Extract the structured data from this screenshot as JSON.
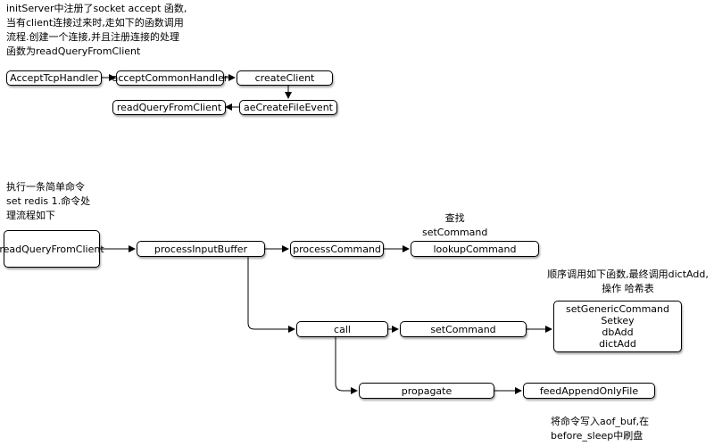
{
  "notes": {
    "accept_flow": [
      "initServer中注册了socket  accept 函数,",
      "当有client连接过来时,走如下的函数调用",
      "流程.创建一个连接,并且注册连接的处理",
      "函数为readQueryFromClient"
    ],
    "set_command": [
      "执行一条简单命令",
      "set redis 1.命令处",
      "理流程如下"
    ],
    "lookup": [
      "查找",
      "setCommand"
    ],
    "dict": [
      "顺序调用如下函数,最终调用dictAdd,",
      "操作 哈希表"
    ],
    "aof": [
      "将命令写入aof_buf,在",
      "before_sleep中刷盘"
    ]
  },
  "nodes": {
    "accept_tcp_handler": "AcceptTcpHandler",
    "accept_common_handler": "acceptCommonHandler",
    "create_client": "createClient",
    "ae_create_file_event": "aeCreateFileEvent",
    "read_query_from_client_top": "readQueryFromClient",
    "read_query_from_client": "readQueryFromClient",
    "process_input_buffer": "processInputBuffer",
    "process_command": "processCommand",
    "lookup_command": "lookupCommand",
    "call": "call",
    "set_command": "setCommand",
    "set_generic_lines": [
      "setGenericCommand",
      "Setkey",
      "dbAdd",
      "dictAdd"
    ],
    "propagate": "propagate",
    "feed_append_only_file": "feedAppendOnlyFile"
  }
}
